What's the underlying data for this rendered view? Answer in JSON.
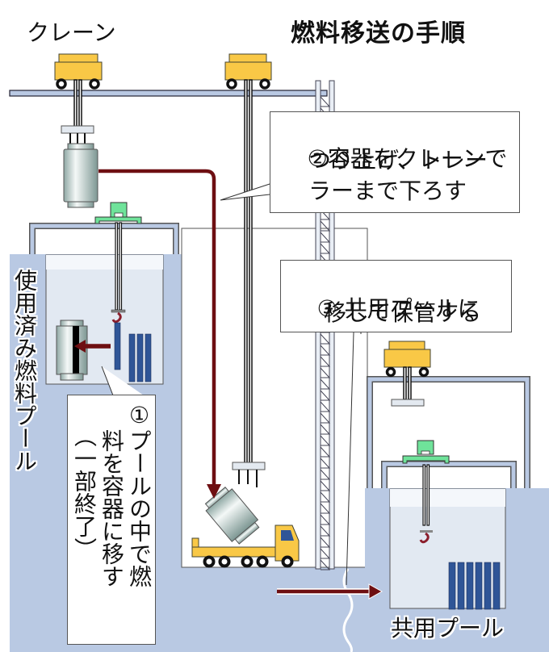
{
  "title": "燃料移送の手順",
  "labels": {
    "crane": "クレーン",
    "spent_fuel_pool": "使用済み燃料プール",
    "common_pool": "共用プール"
  },
  "steps": [
    {
      "number": "①",
      "text_col1": "プールの中で燃",
      "text_col2": "料を容器に移す",
      "text_col3": "（一部終了）"
    },
    {
      "number": "②",
      "line1": "容器をクレーンで",
      "line2": "つり上げ、トレー",
      "line3": "ラーまで下ろす"
    },
    {
      "number": "③",
      "line1": "共用プールに",
      "line2": "移して保管する"
    }
  ],
  "colors": {
    "pool_wall": "#b9c9e3",
    "water": "#e2e9f2",
    "crane_yellow": "#f9c846",
    "arrow_red": "#6e0f12",
    "fuel_rod": "#2f5597",
    "grapple_green": "#6fe39a",
    "rail": "#b9c9e3"
  }
}
